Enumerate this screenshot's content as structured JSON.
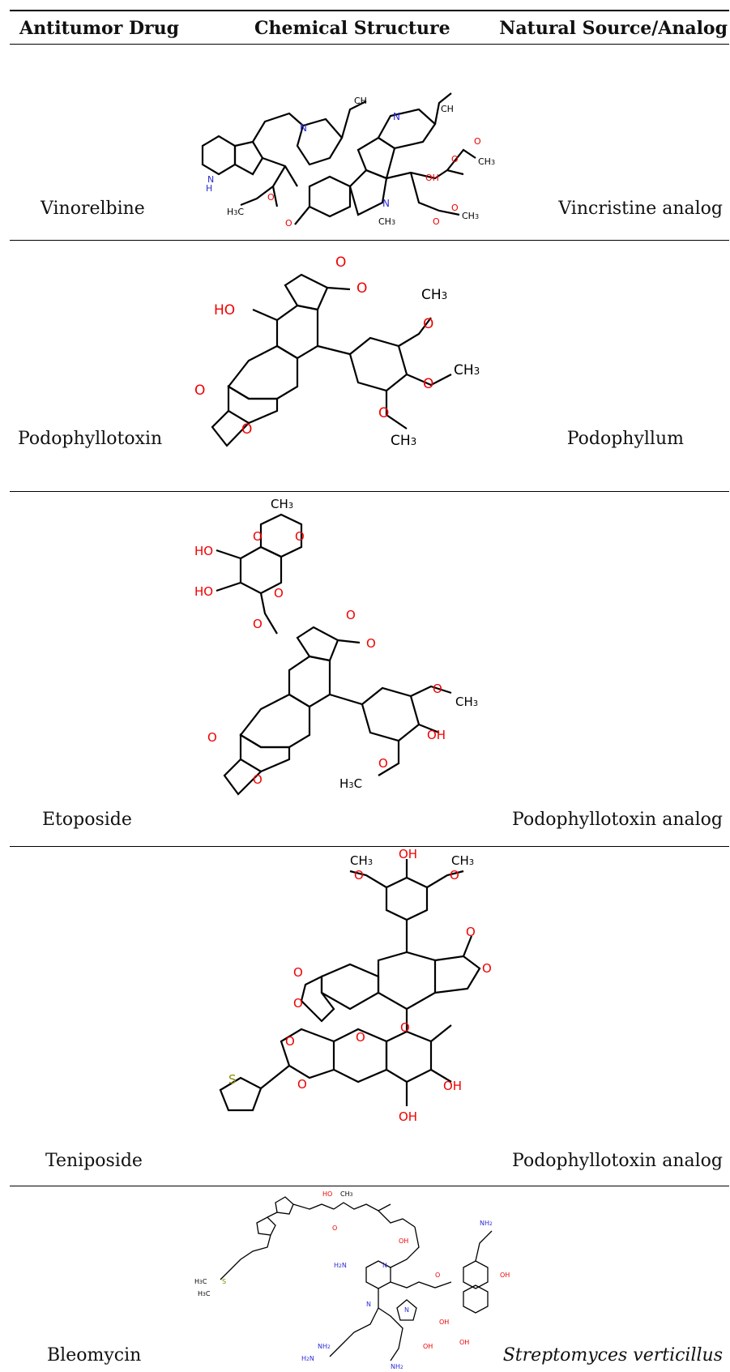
{
  "headers": {
    "drug": "Antitumor Drug",
    "structure": "Chemical Structure",
    "source": "Natural Source/Analog"
  },
  "rows": [
    {
      "drug": "Vinorelbine",
      "source": "Vincristine analog",
      "structure_icon": "vinorelbine-structure"
    },
    {
      "drug": "Podophyllotoxin",
      "source": "Podophyllum",
      "structure_icon": "podophyllotoxin-structure"
    },
    {
      "drug": "Etoposide",
      "source": "Podophyllotoxin analog",
      "structure_icon": "etoposide-structure"
    },
    {
      "drug": "Teniposide",
      "source": "Podophyllotoxin analog",
      "structure_icon": "teniposide-structure"
    },
    {
      "drug": "Bleomycin",
      "source": "Streptomyces verticillus",
      "structure_icon": "bleomycin-structure"
    }
  ],
  "atom_labels": {
    "ch3": "CH3",
    "oh": "OH",
    "ho": "HO",
    "o": "O",
    "n": "N",
    "nh": "NH",
    "h3c": "H3C",
    "s": "S",
    "h": "H"
  }
}
